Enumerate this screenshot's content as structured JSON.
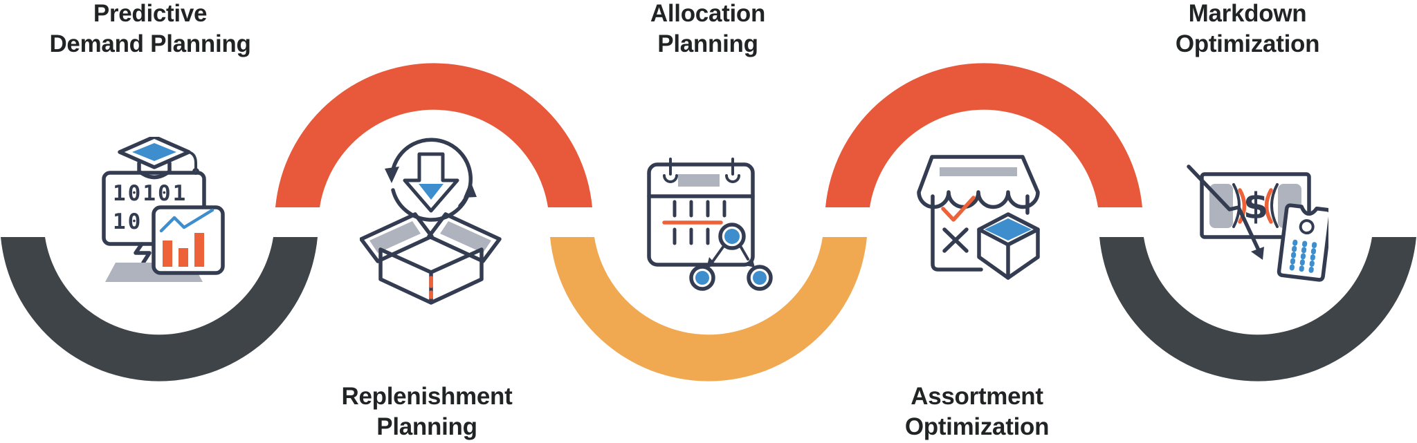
{
  "colors": {
    "bg": "#FFFFFF",
    "arc_dark": "#3E4448",
    "arc_red": "#E8593B",
    "arc_yellow": "#F0A851",
    "outline": "#333C51",
    "blue": "#3E8ECE",
    "gray_fill": "#AFB3BE",
    "orange": "#EE6239",
    "text": "#212425"
  },
  "stages": [
    {
      "id": "predictive-demand-planning",
      "line1": "Predictive",
      "line2": "Demand Planning",
      "label_position": "top",
      "arc_shape": "valley",
      "arc_color": "#3E4448",
      "icon": "computer-analytics-icon"
    },
    {
      "id": "replenishment-planning",
      "line1": "Replenishment",
      "line2": "Planning",
      "label_position": "bottom",
      "arc_shape": "arch",
      "arc_color": "#E8593B",
      "icon": "open-box-cycle-icon"
    },
    {
      "id": "allocation-planning",
      "line1": "Allocation",
      "line2": "Planning",
      "label_position": "top",
      "arc_shape": "valley",
      "arc_color": "#F0A851",
      "icon": "calendar-network-icon"
    },
    {
      "id": "assortment-optimization",
      "line1": "Assortment",
      "line2": "Optimization",
      "label_position": "bottom",
      "arc_shape": "arch",
      "arc_color": "#E8593B",
      "icon": "storefront-cube-icon"
    },
    {
      "id": "markdown-optimization",
      "line1": "Markdown",
      "line2": "Optimization",
      "label_position": "top",
      "arc_shape": "valley",
      "arc_color": "#3E4448",
      "icon": "money-tag-icon"
    }
  ],
  "icon_text": {
    "binary_row1": "10101",
    "binary_row2": "10",
    "dollar_sign": "$"
  }
}
